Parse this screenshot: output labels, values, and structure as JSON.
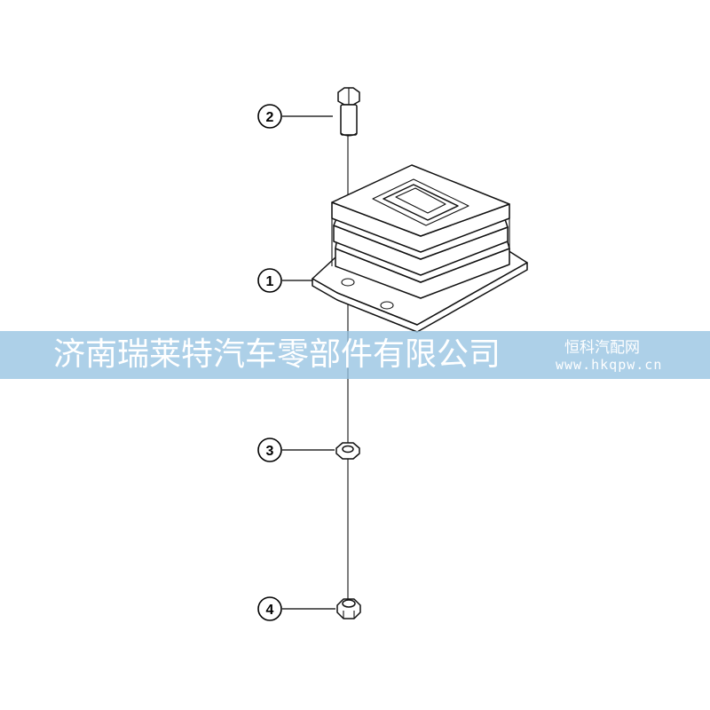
{
  "callouts": [
    {
      "number": "1"
    },
    {
      "number": "2"
    },
    {
      "number": "3"
    },
    {
      "number": "4"
    }
  ],
  "watermark": {
    "company": "济南瑞莱特汽车零部件有限公司",
    "site_name": "恒科汽配网",
    "site_url": "www.hkqpw.cn",
    "band_color": "#96c3e1"
  }
}
